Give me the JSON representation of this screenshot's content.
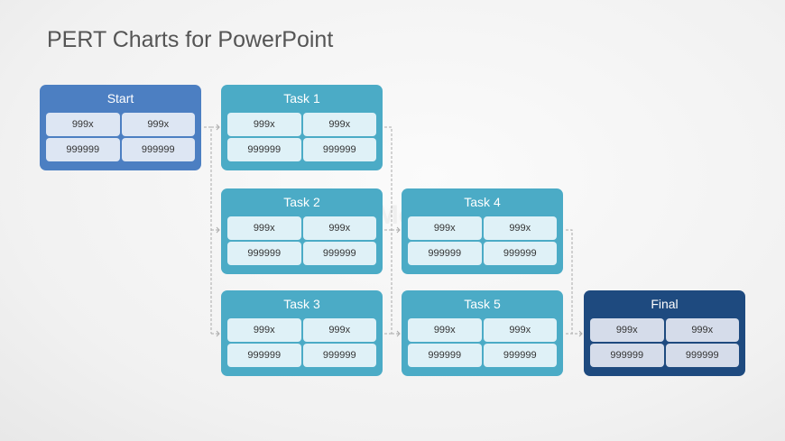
{
  "title": "PERT Charts for PowerPoint",
  "watermark": "SlideModel",
  "nodes": [
    {
      "id": "start",
      "title": "Start",
      "cells": [
        "999x",
        "999x",
        "999999",
        "999999"
      ]
    },
    {
      "id": "task1",
      "title": "Task 1",
      "cells": [
        "999x",
        "999x",
        "999999",
        "999999"
      ]
    },
    {
      "id": "task2",
      "title": "Task 2",
      "cells": [
        "999x",
        "999x",
        "999999",
        "999999"
      ]
    },
    {
      "id": "task3",
      "title": "Task 3",
      "cells": [
        "999x",
        "999x",
        "999999",
        "999999"
      ]
    },
    {
      "id": "task4",
      "title": "Task 4",
      "cells": [
        "999x",
        "999x",
        "999999",
        "999999"
      ]
    },
    {
      "id": "task5",
      "title": "Task 5",
      "cells": [
        "999x",
        "999x",
        "999999",
        "999999"
      ]
    },
    {
      "id": "final",
      "title": "Final",
      "cells": [
        "999x",
        "999x",
        "999999",
        "999999"
      ]
    }
  ],
  "colors": {
    "start": "#4c7fc2",
    "task": "#4babc6",
    "final": "#1e4a7f"
  }
}
